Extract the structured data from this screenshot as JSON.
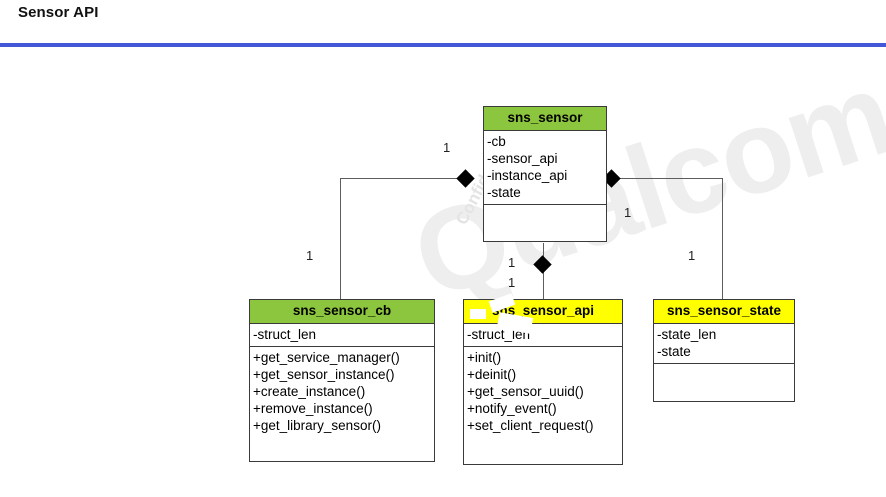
{
  "slide": {
    "title": "Sensor API",
    "rule_color": "#4258d8"
  },
  "watermark": {
    "brand": "Qualcomm",
    "confidential": "Confidential",
    "confidential_alt": "Qualcomm"
  },
  "colors": {
    "green_header": "#8cc63e",
    "yellow_header": "#ffff00",
    "box_border": "#3a3a3a",
    "connector": "#5d5d5d",
    "accent_rule": "#4258d8"
  },
  "diagram": {
    "type": "uml-class-diagram",
    "classes": [
      {
        "id": "sns_sensor",
        "name": "sns_sensor",
        "header_color": "green",
        "attributes": [
          "-cb",
          "-sensor_api",
          "-instance_api",
          "-state"
        ],
        "methods": []
      },
      {
        "id": "sns_sensor_cb",
        "name": "sns_sensor_cb",
        "header_color": "green",
        "attributes": [
          "-struct_len"
        ],
        "methods": [
          "+get_service_manager()",
          "+get_sensor_instance()",
          "+create_instance()",
          "+remove_instance()",
          "+get_library_sensor()"
        ]
      },
      {
        "id": "sns_sensor_api",
        "name": "sns_sensor_api",
        "header_color": "yellow",
        "attributes": [
          "-struct_len"
        ],
        "methods": [
          "+init()",
          "+deinit()",
          "+get_sensor_uuid()",
          "+notify_event()",
          "+set_client_request()"
        ]
      },
      {
        "id": "sns_sensor_state",
        "name": "sns_sensor_state",
        "header_color": "yellow",
        "attributes": [
          "-state_len",
          "-state"
        ],
        "methods": []
      }
    ],
    "relationships": [
      {
        "from": "sns_sensor",
        "to": "sns_sensor_cb",
        "kind": "composition",
        "source_multiplicity": "1",
        "target_multiplicity": "1"
      },
      {
        "from": "sns_sensor",
        "to": "sns_sensor_state",
        "kind": "composition",
        "source_multiplicity": "1",
        "target_multiplicity": "1"
      },
      {
        "from": "sns_sensor",
        "to": "sns_sensor_api",
        "kind": "composition",
        "source_multiplicity": "1",
        "target_multiplicity": "1"
      }
    ],
    "multiplicity_labels": [
      "1",
      "1",
      "1",
      "1",
      "1",
      "1"
    ]
  }
}
